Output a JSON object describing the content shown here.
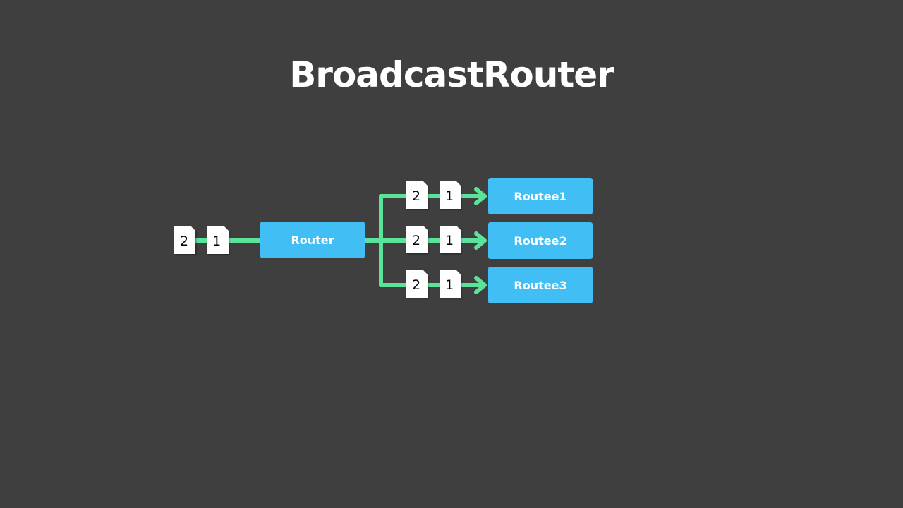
{
  "title": "BroadcastRouter",
  "colors": {
    "background": "#3f3f3f",
    "node_fill": "#41bff5",
    "connector": "#5ce39a",
    "message_fill": "#ffffff"
  },
  "router": {
    "label": "Router"
  },
  "incoming_messages": [
    "2",
    "1"
  ],
  "routees": [
    {
      "label": "Routee1",
      "messages": [
        "2",
        "1"
      ]
    },
    {
      "label": "Routee2",
      "messages": [
        "2",
        "1"
      ]
    },
    {
      "label": "Routee3",
      "messages": [
        "2",
        "1"
      ]
    }
  ]
}
